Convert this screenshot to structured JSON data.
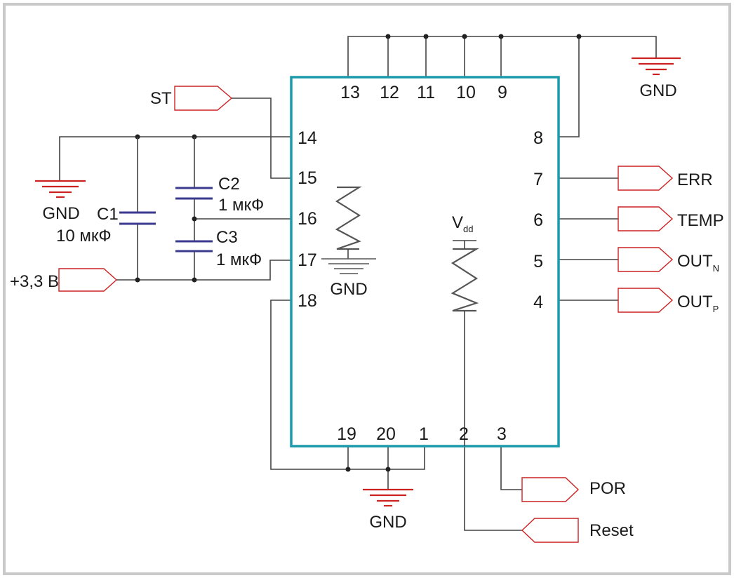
{
  "chip_pins": {
    "p1": "1",
    "p2": "2",
    "p3": "3",
    "p4": "4",
    "p5": "5",
    "p6": "6",
    "p7": "7",
    "p8": "8",
    "p9": "9",
    "p10": "10",
    "p11": "11",
    "p12": "12",
    "p13": "13",
    "p14": "14",
    "p15": "15",
    "p16": "16",
    "p17": "17",
    "p18": "18",
    "p19": "19",
    "p20": "20"
  },
  "signals": {
    "st": "ST",
    "err": "ERR",
    "temp": "TEMP",
    "out_n_main": "OUT",
    "out_n_sub": "N",
    "out_p_main": "OUT",
    "out_p_sub": "P",
    "por": "POR",
    "reset": "Reset",
    "supply": "+3,3 В"
  },
  "ground_label": "GND",
  "vdd": {
    "main": "V",
    "sub": "dd"
  },
  "components": {
    "c1_name": "C1",
    "c1_value": "10 мкФ",
    "c2_name": "C2",
    "c2_value": "1 мкФ",
    "c3_name": "C3",
    "c3_value": "1 мкФ"
  },
  "colors": {
    "chip_outline": "#1a9aaa",
    "signal_flag": "#cc2222",
    "ground_symbol": "#cc2222",
    "capacitor": "#3a3a8f",
    "wire": "#444444"
  }
}
